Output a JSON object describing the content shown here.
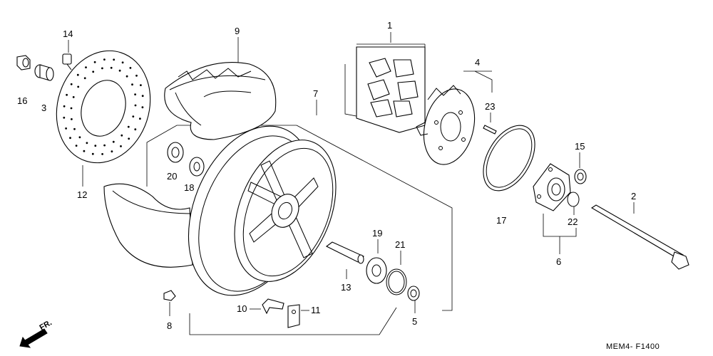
{
  "diagram": {
    "code": "MEM4- F1400",
    "direction_label": "FR.",
    "callouts": [
      "1",
      "2",
      "3",
      "4",
      "5",
      "6",
      "7",
      "8",
      "9",
      "10",
      "11",
      "12",
      "13",
      "14",
      "15",
      "16",
      "17",
      "18",
      "19",
      "20",
      "21",
      "22",
      "23"
    ]
  }
}
